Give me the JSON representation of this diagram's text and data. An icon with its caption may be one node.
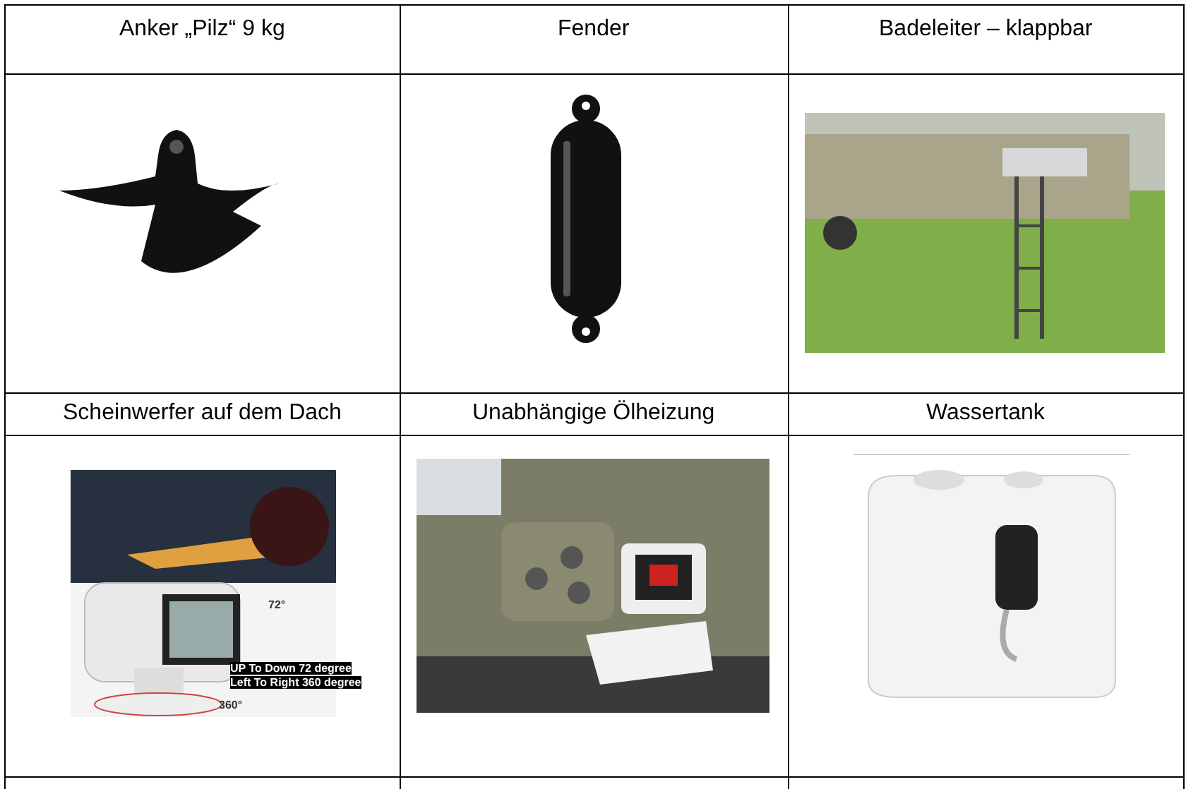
{
  "diagram": {
    "labels": [
      "Anker „Pilz“ 9 kg",
      "Fender",
      "Badeleiter – klappbar",
      "Scheinwerfer auf dem Dach",
      "Unabhängige Ölheizung",
      "Wassertank",
      "72°",
      "UP To Down 72 degree",
      "Left To Right 360 degree",
      "360°"
    ]
  }
}
